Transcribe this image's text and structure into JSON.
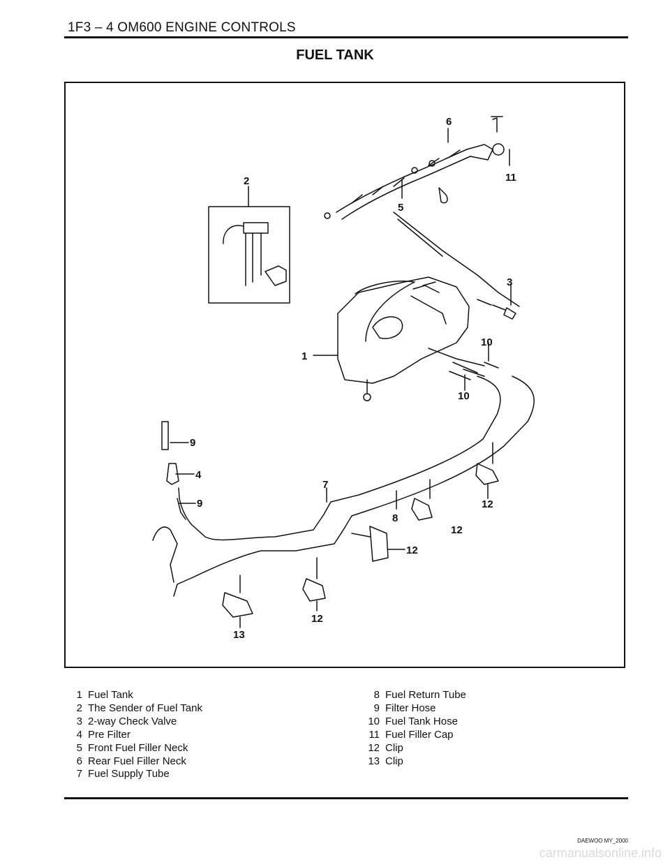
{
  "header": {
    "title": "1F3 – 4 OM600 ENGINE CONTROLS"
  },
  "page_title": "FUEL TANK",
  "figure": {
    "callouts": [
      "1",
      "2",
      "3",
      "4",
      "5",
      "6",
      "7",
      "8",
      "9",
      "9",
      "10",
      "10",
      "11",
      "12",
      "12",
      "12",
      "12",
      "13"
    ]
  },
  "legend": {
    "left": [
      {
        "num": "1",
        "label": "Fuel Tank"
      },
      {
        "num": "2",
        "label": "The Sender of Fuel Tank"
      },
      {
        "num": "3",
        "label": "2-way Check Valve"
      },
      {
        "num": "4",
        "label": "Pre Filter"
      },
      {
        "num": "5",
        "label": "Front Fuel Filler Neck"
      },
      {
        "num": "6",
        "label": "Rear Fuel Filler Neck"
      },
      {
        "num": "7",
        "label": "Fuel Supply Tube"
      }
    ],
    "right": [
      {
        "num": "8",
        "label": "Fuel Return Tube"
      },
      {
        "num": "9",
        "label": "Filter Hose"
      },
      {
        "num": "10",
        "label": "Fuel Tank Hose"
      },
      {
        "num": "11",
        "label": "Fuel Filler Cap"
      },
      {
        "num": "12",
        "label": "Clip"
      },
      {
        "num": "13",
        "label": "Clip"
      }
    ]
  },
  "footer": {
    "brand": "DAEWOO MY_2000",
    "watermark": "carmanualsonline.info"
  }
}
